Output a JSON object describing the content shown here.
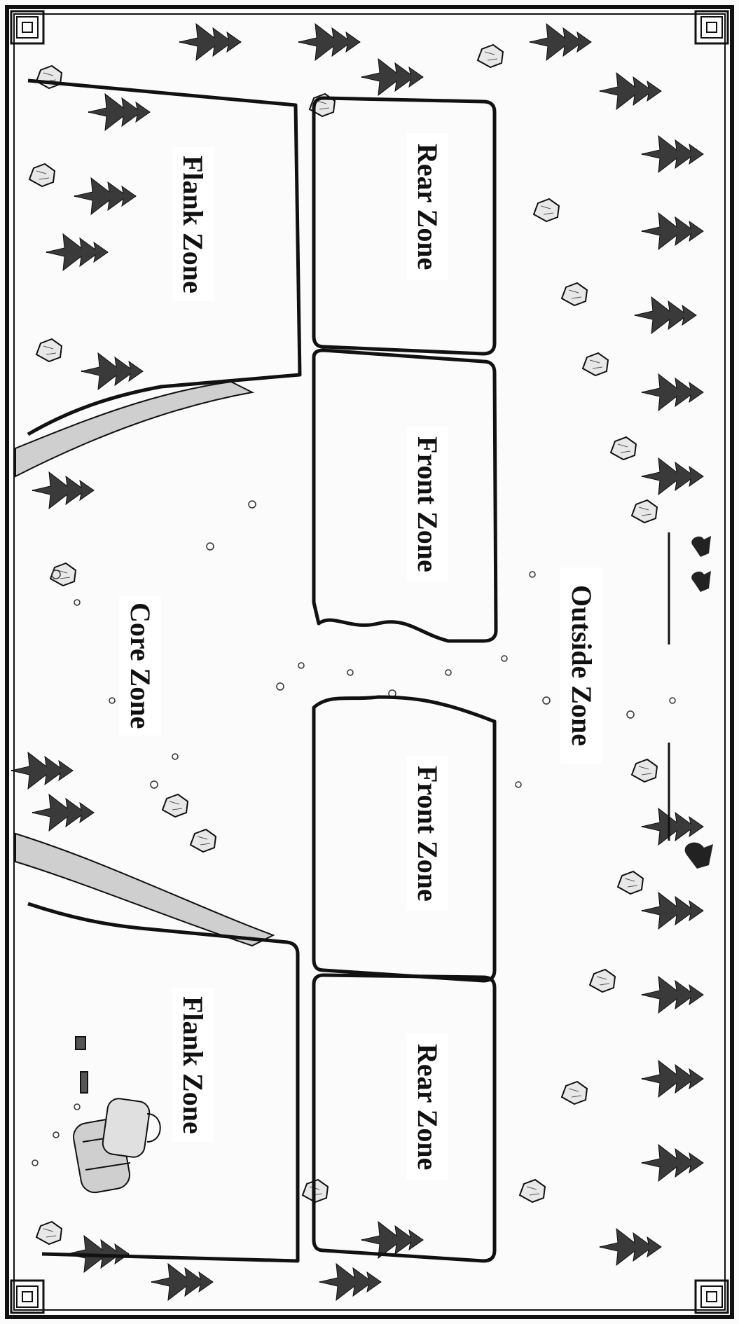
{
  "board": {
    "background": "#fbfbfb",
    "ink": "#111111",
    "orientation": "rotated-90-clockwise"
  },
  "zones": {
    "flank_top": "Flank Zone",
    "rear_top": "Rear Zone",
    "front_top": "Front Zone",
    "core": "Core Zone",
    "outside": "Outside Zone",
    "front_bottom": "Front Zone",
    "rear_bottom": "Rear Zone",
    "flank_bottom": "Flank Zone"
  },
  "icons": {
    "corner_ornament": "corner-knot-icon",
    "tree": "pine-tree-icon",
    "rock": "rock-icon",
    "barrel": "barrel-icon",
    "creature": "creature-silhouette-icon"
  }
}
